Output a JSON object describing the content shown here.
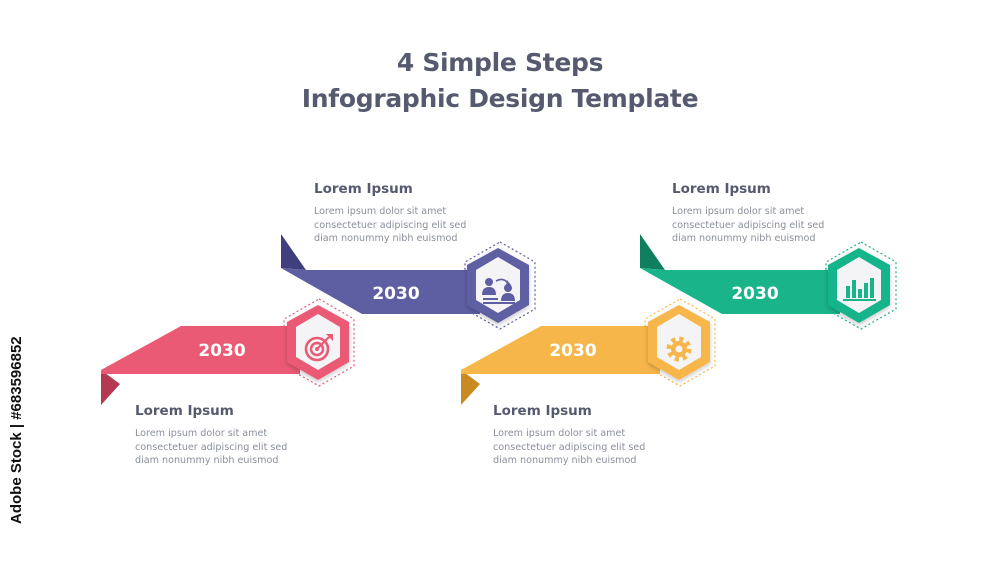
{
  "title": {
    "line1": "4 Simple Steps",
    "line2": "Infographic Design Template"
  },
  "colors": {
    "text_dark": "#555a6e",
    "text_light": "#8a8f9c",
    "step1": "#ea5a74",
    "step2": "#5e5ea3",
    "step3": "#f7b64a",
    "step4": "#19b48a"
  },
  "steps": [
    {
      "year": "2030",
      "heading": "Lorem Ipsum",
      "body": [
        "Lorem ipsum dolor sit amet",
        "consectetuer adipiscing elit sed",
        "diam nonummy nibh euismod"
      ],
      "icon": "target-icon",
      "color": "#ea5a74"
    },
    {
      "year": "2030",
      "heading": "Lorem Ipsum",
      "body": [
        "Lorem ipsum dolor sit amet",
        "consectetuer adipiscing elit sed",
        "diam nonummy nibh euismod"
      ],
      "icon": "people-exchange-icon",
      "color": "#5e5ea3"
    },
    {
      "year": "2030",
      "heading": "Lorem Ipsum",
      "body": [
        "Lorem ipsum dolor sit amet",
        "consectetuer adipiscing elit sed",
        "diam nonummy nibh euismod"
      ],
      "icon": "gear-icon",
      "color": "#f7b64a"
    },
    {
      "year": "2030",
      "heading": "Lorem Ipsum",
      "body": [
        "Lorem ipsum dolor sit amet",
        "consectetuer adipiscing elit sed",
        "diam nonummy nibh euismod"
      ],
      "icon": "bar-chart-icon",
      "color": "#19b48a"
    }
  ],
  "watermark": "Adobe Stock | #683596852"
}
